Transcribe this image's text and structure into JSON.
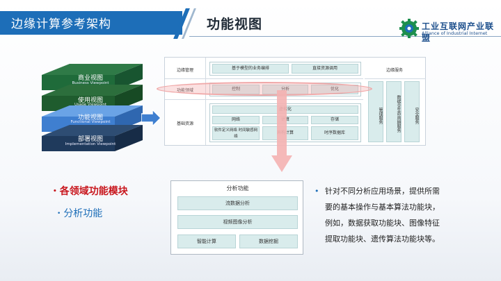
{
  "header": {
    "section_title": "边缘计算参考架构",
    "page_title": "功能视图",
    "logo_cn": "工业互联网产业联盟",
    "logo_en": "Alliance of Industrial Internet",
    "colors": {
      "brand": "#1d6eb8",
      "accent_red": "#c8161d"
    }
  },
  "layers": [
    {
      "title": "商业视图",
      "subtitle": "Business Viewpoint",
      "color": "#1f6b3a"
    },
    {
      "title": "使用视图",
      "subtitle": "Usage Viewpoint",
      "color": "#1f5c2e"
    },
    {
      "title": "功能视图",
      "subtitle": "Functional Viewpoint",
      "color": "#3f7fd0"
    },
    {
      "title": "部署视图",
      "subtitle": "Implementation Viewpoint",
      "color": "#1f3a5c"
    }
  ],
  "arch": {
    "rows": [
      {
        "label": "边缘管理",
        "cells": [
          "基于模型的业务编排",
          "直接资源调用"
        ]
      },
      {
        "label": "功能领域",
        "cells": [
          "控制",
          "分析",
          "优化"
        ]
      },
      {
        "label": "基础资源",
        "virtualization": "虚拟化",
        "cells_top": [
          "网络",
          "计算",
          "存储"
        ],
        "cells_bottom": [
          "软件定义网络 时间敏感网络",
          "异构计算",
          "时序数据库"
        ]
      }
    ],
    "right_header": "边缘服务",
    "right_cols": [
      "管理服务",
      "数据全生命周期服务",
      "安全服务"
    ]
  },
  "bullets": [
    {
      "text": "各领域功能模块",
      "color": "#c8161d"
    },
    {
      "text": "分析功能",
      "color": "#1d6eb8"
    }
  ],
  "analysis": {
    "title": "分析功能",
    "row1": "流数据分析",
    "row2": "视频图像分析",
    "row3": [
      "智能计算",
      "数据挖掘"
    ]
  },
  "paragraph": {
    "lines": [
      "针对不同分析应用场景，提供所需",
      "要的基本操作与基本算法功能块，",
      "例如，数据获取功能块、图像特征",
      "提取功能块、遗传算法功能块等。"
    ]
  }
}
